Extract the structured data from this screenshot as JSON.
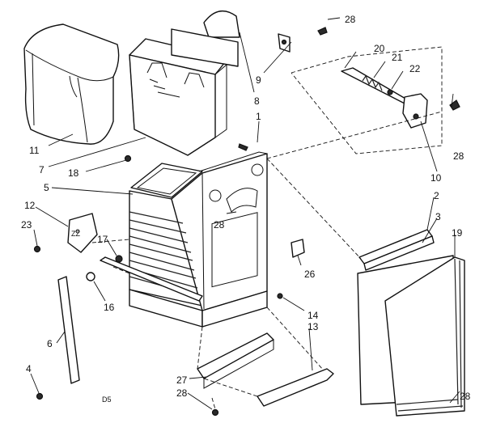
{
  "diagram": {
    "type": "exploded-parts",
    "callouts": {
      "c1": "1",
      "c2": "2",
      "c3": "3",
      "c4": "4",
      "c5": "5",
      "c6": "6",
      "c7": "7",
      "c8": "8",
      "c9": "9",
      "c10": "10",
      "c11": "11",
      "c12": "12",
      "c13": "13",
      "c14": "14",
      "c16": "16",
      "c17": "17",
      "c18": "18",
      "c19": "19",
      "c20": "20",
      "c21": "21",
      "c22": "22",
      "c23": "23",
      "c26": "26",
      "c27": "27",
      "c28_top": "28",
      "c28_right": "28",
      "c28_center": "28",
      "c28_bottom": "28",
      "c28_bottomright": "28"
    },
    "code_label": "D5"
  }
}
